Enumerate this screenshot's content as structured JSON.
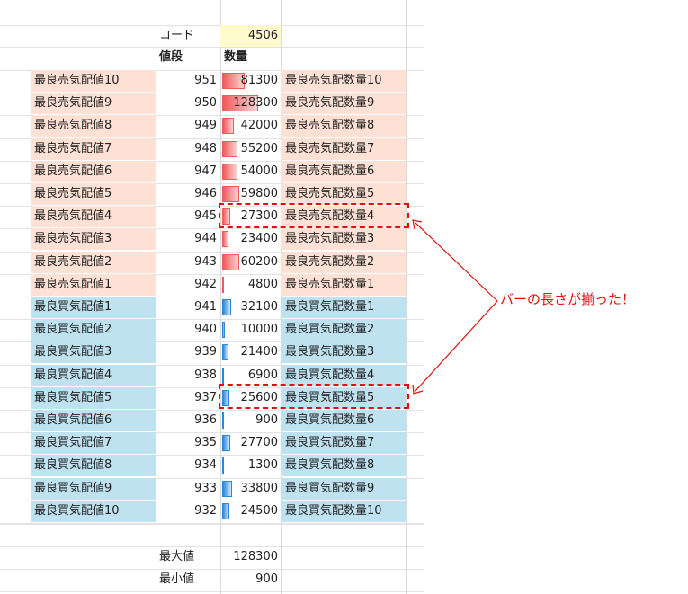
{
  "header": {
    "code_label": "コード",
    "code_value": "4506",
    "price_header": "値段",
    "qty_header": "数量"
  },
  "sell_rows": [
    {
      "label": "最良売気配値10",
      "price": "951",
      "qty": "81300",
      "qty_label": "最良売気配数量10",
      "value": 81300
    },
    {
      "label": "最良売気配値9",
      "price": "950",
      "qty": "128300",
      "qty_label": "最良売気配数量9",
      "value": 128300
    },
    {
      "label": "最良売気配値8",
      "price": "949",
      "qty": "42000",
      "qty_label": "最良売気配数量8",
      "value": 42000
    },
    {
      "label": "最良売気配値7",
      "price": "948",
      "qty": "55200",
      "qty_label": "最良売気配数量7",
      "value": 55200
    },
    {
      "label": "最良売気配値6",
      "price": "947",
      "qty": "54000",
      "qty_label": "最良売気配数量6",
      "value": 54000
    },
    {
      "label": "最良売気配値5",
      "price": "946",
      "qty": "59800",
      "qty_label": "最良売気配数量5",
      "value": 59800
    },
    {
      "label": "最良売気配値4",
      "price": "945",
      "qty": "27300",
      "qty_label": "最良売気配数量4",
      "value": 27300
    },
    {
      "label": "最良売気配値3",
      "price": "944",
      "qty": "23400",
      "qty_label": "最良売気配数量3",
      "value": 23400
    },
    {
      "label": "最良売気配値2",
      "price": "943",
      "qty": "60200",
      "qty_label": "最良売気配数量2",
      "value": 60200
    },
    {
      "label": "最良売気配値1",
      "price": "942",
      "qty": "4800",
      "qty_label": "最良売気配数量1",
      "value": 4800
    }
  ],
  "buy_rows": [
    {
      "label": "最良買気配値1",
      "price": "941",
      "qty": "32100",
      "qty_label": "最良買気配数量1",
      "value": 32100
    },
    {
      "label": "最良買気配値2",
      "price": "940",
      "qty": "10000",
      "qty_label": "最良買気配数量2",
      "value": 10000
    },
    {
      "label": "最良買気配値3",
      "price": "939",
      "qty": "21400",
      "qty_label": "最良買気配数量3",
      "value": 21400
    },
    {
      "label": "最良買気配値4",
      "price": "938",
      "qty": "6900",
      "qty_label": "最良買気配数量4",
      "value": 6900
    },
    {
      "label": "最良買気配値5",
      "price": "937",
      "qty": "25600",
      "qty_label": "最良買気配数量5",
      "value": 25600
    },
    {
      "label": "最良買気配値6",
      "price": "936",
      "qty": "900",
      "qty_label": "最良買気配数量6",
      "value": 900
    },
    {
      "label": "最良買気配値7",
      "price": "935",
      "qty": "27700",
      "qty_label": "最良買気配数量7",
      "value": 27700
    },
    {
      "label": "最良買気配値8",
      "price": "934",
      "qty": "1300",
      "qty_label": "最良買気配数量8",
      "value": 1300
    },
    {
      "label": "最良買気配値9",
      "price": "933",
      "qty": "33800",
      "qty_label": "最良買気配数量9",
      "value": 33800
    },
    {
      "label": "最良買気配値10",
      "price": "932",
      "qty": "24500",
      "qty_label": "最良買気配数量10",
      "value": 24500
    }
  ],
  "summary": {
    "max_label": "最大値",
    "max_value": "128300",
    "min_label": "最小値",
    "min_value": "900"
  },
  "annotation": {
    "text": "バーの長さが揃った！"
  },
  "colors": {
    "sell_fill": "#fce1d4",
    "buy_fill": "#bfe2f1",
    "sell_bar": "#f05a5a",
    "buy_bar": "#2f86d8",
    "code_fill": "#fffbcc",
    "annotation": "#e01010"
  }
}
